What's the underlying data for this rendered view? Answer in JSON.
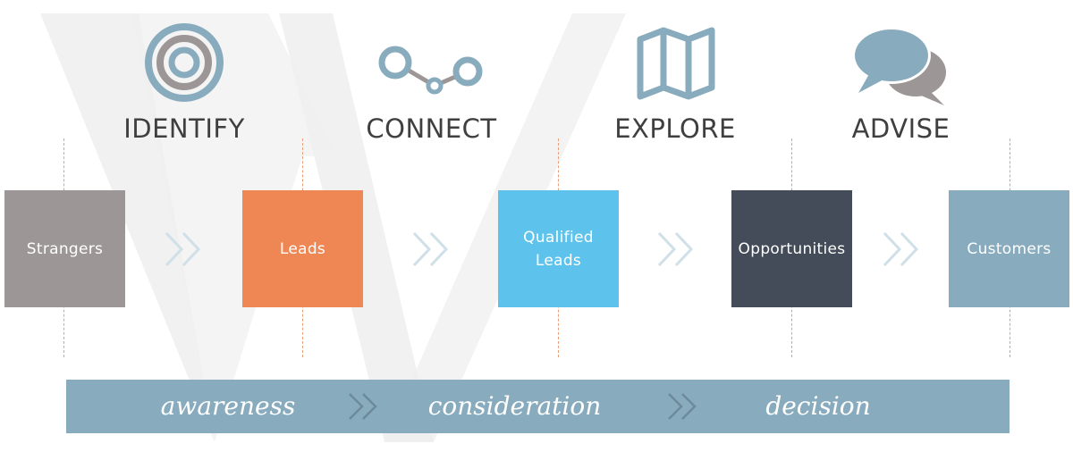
{
  "colors": {
    "strangers": "#9d9696",
    "leads": "#ef8754",
    "qualified_leads": "#5ec3ec",
    "opportunities": "#444c59",
    "customers": "#89abbe",
    "icon_primary": "#89abbe",
    "icon_secondary": "#9d9696",
    "band": "#89abbe",
    "dashed_line": "#e9a07a",
    "watermark": "#eeeeee"
  },
  "stages": [
    {
      "label": "IDENTIFY",
      "icon": "target-icon"
    },
    {
      "label": "CONNECT",
      "icon": "connection-nodes-icon"
    },
    {
      "label": "EXPLORE",
      "icon": "folded-map-icon"
    },
    {
      "label": "ADVISE",
      "icon": "chat-bubbles-icon"
    }
  ],
  "boxes": [
    {
      "line1": "Strangers",
      "line2": ""
    },
    {
      "line1": "Leads",
      "line2": ""
    },
    {
      "line1": "Qualified",
      "line2": "Leads"
    },
    {
      "line1": "Opportunities",
      "line2": ""
    },
    {
      "line1": "Customers",
      "line2": ""
    }
  ],
  "phases": [
    "awareness",
    "consideration",
    "decision"
  ]
}
